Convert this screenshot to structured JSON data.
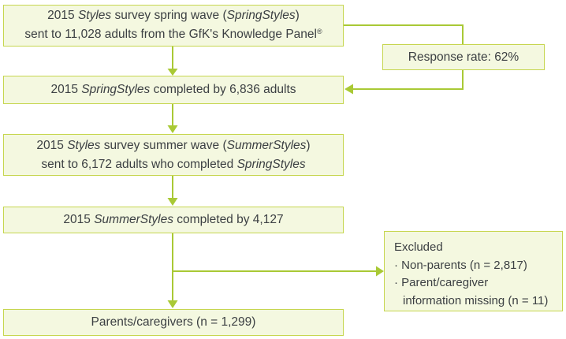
{
  "colors": {
    "box_fill": "#f4f8e0",
    "box_border": "#c6d64f",
    "connector": "#a9c935",
    "text": "#3c4043"
  },
  "boxes": {
    "spring_sent": {
      "lines": [
        {
          "seg": [
            {
              "t": "2015 "
            },
            {
              "t": "Styles",
              "i": 1
            },
            {
              "t": " survey spring wave ("
            },
            {
              "t": "SpringStyles",
              "i": 1
            },
            {
              "t": ")"
            }
          ]
        },
        {
          "seg": [
            {
              "t": "sent to 11,028 adults from the GfK's Knowledge Panel"
            },
            {
              "t": "®",
              "sup": 1
            }
          ]
        }
      ]
    },
    "response_rate": {
      "lines": [
        {
          "seg": [
            {
              "t": "Response rate: 62%"
            }
          ]
        }
      ]
    },
    "spring_completed": {
      "lines": [
        {
          "seg": [
            {
              "t": "2015 "
            },
            {
              "t": "SpringStyles",
              "i": 1
            },
            {
              "t": " completed by 6,836 adults"
            }
          ]
        }
      ]
    },
    "summer_sent": {
      "lines": [
        {
          "seg": [
            {
              "t": "2015 "
            },
            {
              "t": "Styles",
              "i": 1
            },
            {
              "t": " survey summer wave ("
            },
            {
              "t": "SummerStyles",
              "i": 1
            },
            {
              "t": ")"
            }
          ]
        },
        {
          "seg": [
            {
              "t": "sent to 6,172 adults who completed "
            },
            {
              "t": "SpringStyles",
              "i": 1
            }
          ]
        }
      ]
    },
    "summer_completed": {
      "lines": [
        {
          "seg": [
            {
              "t": "2015 "
            },
            {
              "t": "SummerStyles",
              "i": 1
            },
            {
              "t": " completed by 4,127"
            }
          ]
        }
      ]
    },
    "excluded": {
      "lines": [
        {
          "seg": [
            {
              "t": "Excluded"
            }
          ]
        },
        {
          "seg": [
            {
              "t": "· Non-parents (n = 2,817)"
            }
          ]
        },
        {
          "seg": [
            {
              "t": "· Parent/caregiver"
            }
          ]
        },
        {
          "indent": true,
          "seg": [
            {
              "t": "information missing (n = 11)"
            }
          ]
        }
      ]
    },
    "parents": {
      "lines": [
        {
          "seg": [
            {
              "t": "Parents/caregivers (n = 1,299)"
            }
          ]
        }
      ]
    }
  }
}
